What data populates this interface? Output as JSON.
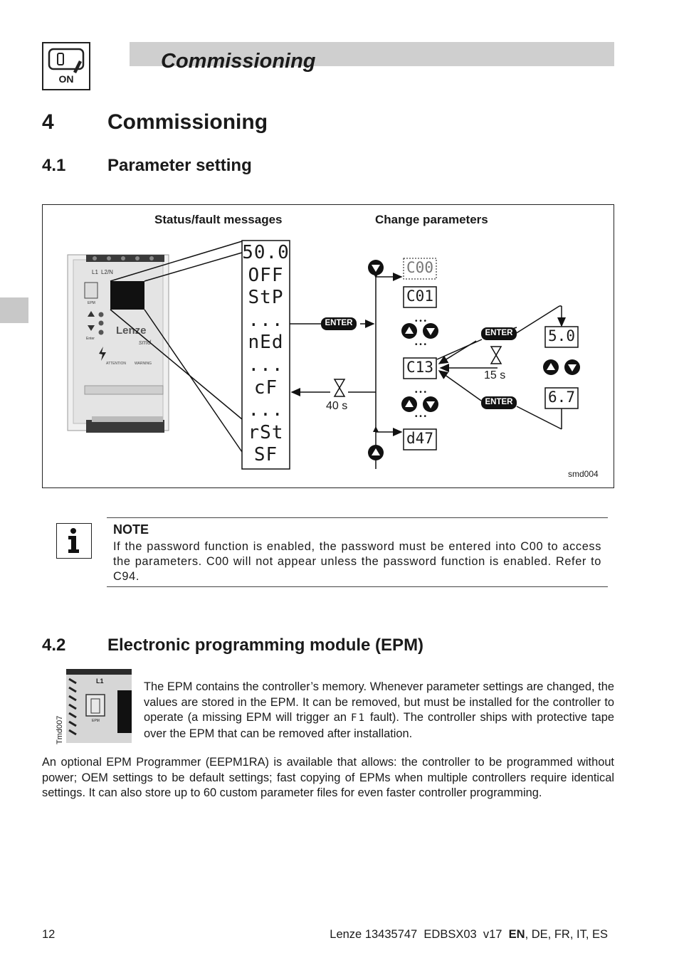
{
  "header": {
    "title": "Commissioning",
    "icon_label": "ON"
  },
  "section4": {
    "number": "4",
    "title": "Commissioning"
  },
  "section41": {
    "number": "4.1",
    "title": "Parameter setting"
  },
  "figure": {
    "status_label": "Status/fault messages",
    "change_label": "Change parameters",
    "status_codes": [
      "50.0",
      "OFF",
      "StP",
      "...",
      "nEd",
      "...",
      "cF",
      "...",
      "rSt",
      "SF"
    ],
    "params": [
      "C00",
      "C01",
      "C13",
      "d47"
    ],
    "values": [
      "5.0",
      "6.7"
    ],
    "enter_label": "ENTER",
    "timeout_40": "40 s",
    "timeout_15": "15 s",
    "figure_id": "smd004",
    "device_brand": "Lenze",
    "device_model": "smd",
    "terminal_l1": "L1",
    "terminal_l2n": "L2/N",
    "epm_label": "EPM",
    "enter_key_label": "Enter",
    "attention": "ATTENTION",
    "warning": "WARNING"
  },
  "note": {
    "title": "NOTE",
    "text": "If the password function is enabled, the password must be entered into C00 to access the parameters. C00 will not appear unless the password function is enabled. Refer to C94."
  },
  "section42": {
    "number": "4.2",
    "title": "Electronic programming module (EPM)"
  },
  "epm": {
    "image_id": "Tmd007",
    "photo_l1": "L1",
    "photo_epm": "EPM",
    "para1_a": "The EPM contains the controller’s memory.  Whenever parameter settings are changed, the values are stored in the EPM. It can be removed, but must be installed for the controller to operate (a missing EPM will trigger an ",
    "para1_code": "F1",
    "para1_b": " fault).  The controller ships with protective tape over the EPM that can be removed after installation.",
    "para2": "An optional EPM Programmer (EEPM1RA) is available that allows: the controller to be programmed without power; OEM settings to be default settings; fast copying of EPMs when multiple controllers require identical settings.  It can also store up to 60 custom parameter files for even faster controller programming."
  },
  "footer": {
    "page": "12",
    "doc": "Lenze 13435747  EDBSX03  v17  ",
    "lang_bold": "EN",
    "lang_rest": ", DE, FR, IT, ES"
  }
}
